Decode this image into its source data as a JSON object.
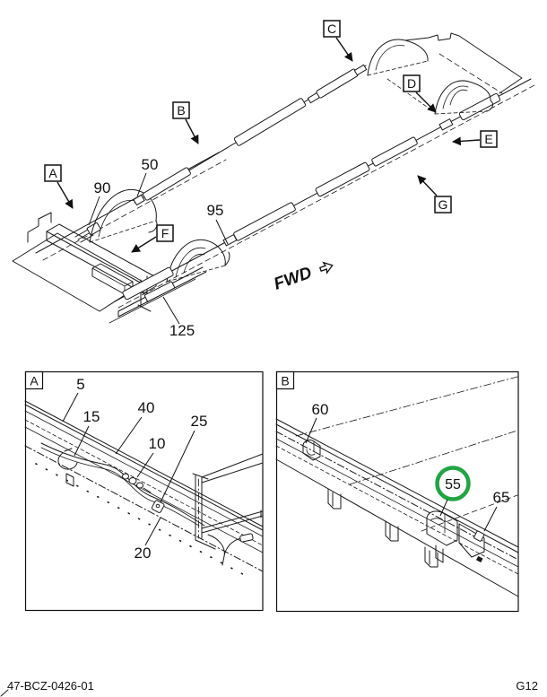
{
  "colors": {
    "line": "#1a1a1a",
    "highlight_green": "#22a344"
  },
  "main": {
    "callouts": [
      {
        "label": "A"
      },
      {
        "label": "B"
      },
      {
        "label": "C"
      },
      {
        "label": "D"
      },
      {
        "label": "E"
      },
      {
        "label": "F"
      },
      {
        "label": "G"
      }
    ],
    "parts": [
      {
        "number": "50"
      },
      {
        "number": "90"
      },
      {
        "number": "95"
      },
      {
        "number": "125"
      }
    ],
    "fwd_label": "FWD"
  },
  "panels": [
    {
      "tag": "A",
      "parts": [
        {
          "number": "5"
        },
        {
          "number": "15"
        },
        {
          "number": "40"
        },
        {
          "number": "10"
        },
        {
          "number": "25"
        },
        {
          "number": "20"
        }
      ]
    },
    {
      "tag": "B",
      "parts": [
        {
          "number": "60"
        },
        {
          "number": "55",
          "highlighted": true
        },
        {
          "number": "65"
        }
      ]
    }
  ],
  "footer": {
    "document_number": "47-BCZ-0426-01",
    "page_code": "G12"
  }
}
